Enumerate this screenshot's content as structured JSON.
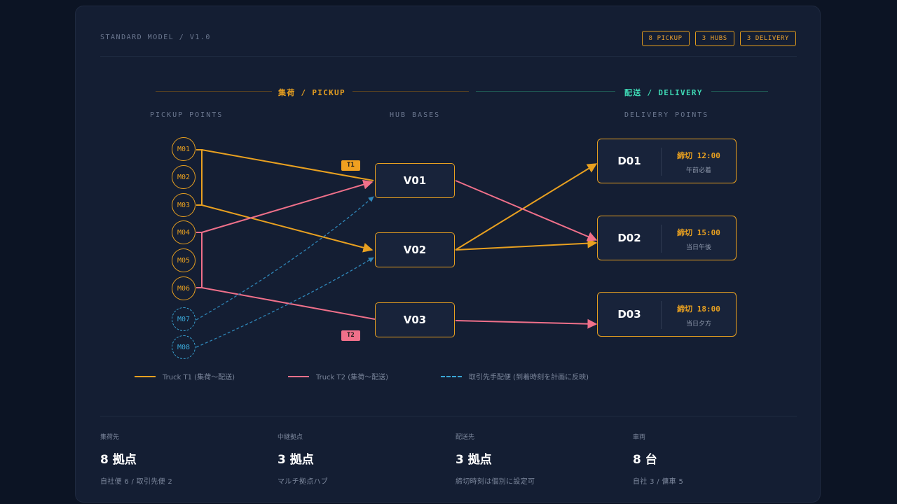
{
  "header": {
    "title": "STANDARD MODEL / V1.0",
    "badges": [
      "8 PICKUP",
      "3 HUBS",
      "3 DELIVERY"
    ]
  },
  "sections": {
    "pickup": "集荷 / PICKUP",
    "delivery": "配送 / DELIVERY"
  },
  "columns": {
    "pickup": "PICKUP POINTS",
    "hubs": "HUB BASES",
    "delivery": "DELIVERY POINTS"
  },
  "pickup_points": [
    "M01",
    "M02",
    "M03",
    "M04",
    "M05",
    "M06",
    "M07",
    "M08"
  ],
  "hubs": [
    "V01",
    "V02",
    "V03"
  ],
  "delivery_points": [
    {
      "id": "D01",
      "deadline": "締切 12:00",
      "note": "午前必着"
    },
    {
      "id": "D02",
      "deadline": "締切 15:00",
      "note": "当日午後"
    },
    {
      "id": "D03",
      "deadline": "締切 18:00",
      "note": "当日夕方"
    }
  ],
  "truck_tags": {
    "t1": "T1",
    "t2": "T2"
  },
  "legend": {
    "t1": "Truck T1 (集荷〜配送)",
    "t2": "Truck T2 (集荷〜配送)",
    "partner": "取引先手配便 (到着時刻を計画に反映)"
  },
  "colors": {
    "t1": "#e8a020",
    "t2": "#f0708a",
    "partner": "#3aa6d6"
  },
  "stats": [
    {
      "label": "集荷先",
      "value": "8 拠点",
      "sub": "自社便 6 / 取引先便 2"
    },
    {
      "label": "中継拠点",
      "value": "3 拠点",
      "sub": "マルチ拠点ハブ"
    },
    {
      "label": "配送先",
      "value": "3 拠点",
      "sub": "締切時刻は個別に設定可"
    },
    {
      "label": "車両",
      "value": "8 台",
      "sub": "自社 3 / 傭車 5"
    }
  ]
}
